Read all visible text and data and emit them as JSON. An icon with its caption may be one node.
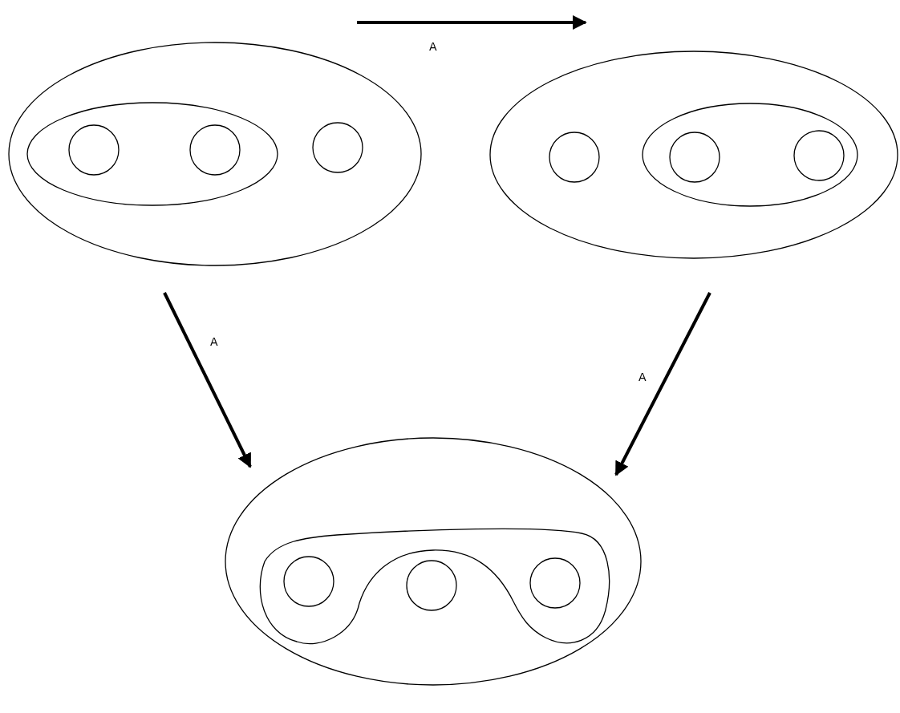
{
  "diagram": {
    "nodes": [
      {
        "text": [],
        "shape": "ellipse"
      },
      {
        "text": [],
        "shape": "ellipse",
        "in": 0
      },
      {
        "text": [],
        "shape": "circle",
        "in": 1
      },
      {
        "text": [],
        "shape": "circle",
        "in": 1
      },
      {
        "text": [],
        "shape": "circle",
        "in": 0
      },
      {
        "text": [],
        "shape": "ellipse"
      },
      {
        "text": [],
        "shape": "circle",
        "in": 5
      },
      {
        "text": [],
        "shape": "ellipse",
        "in": 5
      },
      {
        "text": [],
        "shape": "circle",
        "in": 7
      },
      {
        "text": [],
        "shape": "circle",
        "in": 7
      },
      {
        "text": [],
        "shape": "ellipse"
      },
      {
        "text": [],
        "shape": "blob",
        "in": 10
      },
      {
        "text": [],
        "shape": "circle",
        "in": 11
      },
      {
        "text": [],
        "shape": "circle",
        "in": 10
      },
      {
        "text": [],
        "shape": "circle",
        "in": 11
      }
    ],
    "edges": [
      {
        "from": 0,
        "to": 5,
        "arrow": "to",
        "label": "A"
      },
      {
        "from": 0,
        "to": 10,
        "arrow": "to",
        "label": "A"
      },
      {
        "from": 5,
        "to": 10,
        "arrow": "to",
        "label": "A"
      }
    ]
  }
}
